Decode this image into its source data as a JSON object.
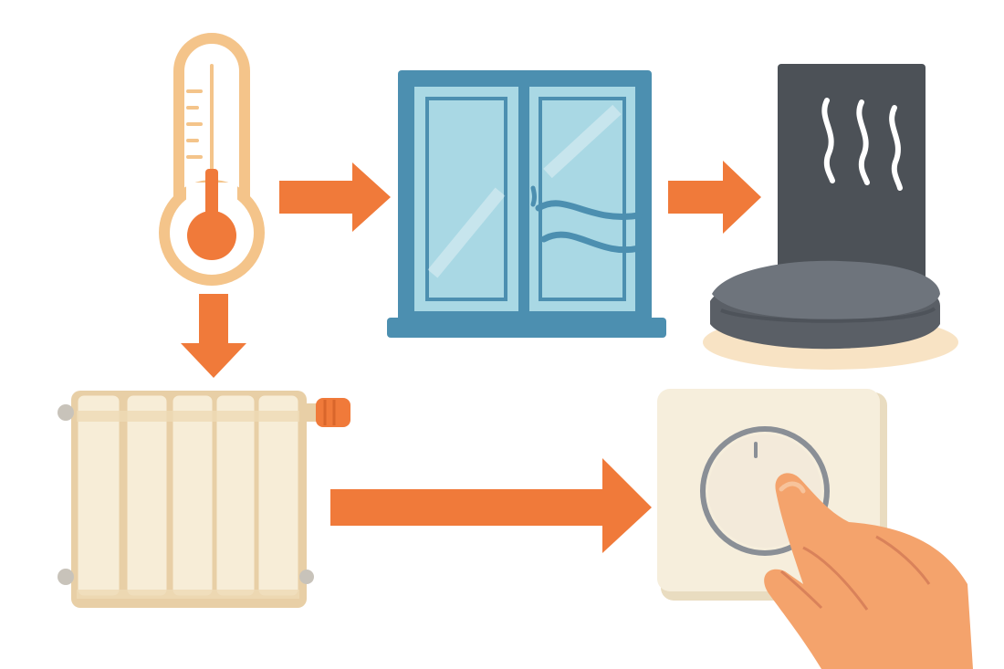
{
  "colors": {
    "arrow": "#F07A3A",
    "thermo_frame": "#F4C48A",
    "thermo_fill": "#F07A3A",
    "window_frame": "#4C8FB0",
    "window_glass": "#A9D8E4",
    "draft_line": "#4C8FB0",
    "panel_dark": "#4C5157",
    "steam": "#FFFFFF",
    "blanket": "#6E747C",
    "blanket_shade": "#5A5F66",
    "shadow": "#F8E3C4",
    "radiator": "#F7EDD7",
    "radiator_edge": "#E8CFA6",
    "radiator_valve": "#F07A3A",
    "dial_plate": "#F6EEDC",
    "dial_ring": "#8A8F96",
    "hand": "#F4A36C",
    "hand_line": "#D9825A"
  },
  "icons": {
    "thermometer": "thermometer-icon",
    "window": "drafty-window-icon",
    "heat_panel": "heat-reflector-panel-icon",
    "blanket": "folded-blanket-icon",
    "radiator": "radiator-icon",
    "thermostat": "thermostat-dial-icon",
    "hand": "hand-turning-dial-icon"
  },
  "flow": [
    {
      "from": "thermometer",
      "to": "window",
      "direction": "right"
    },
    {
      "from": "window",
      "to": "heat_panel",
      "direction": "right"
    },
    {
      "from": "thermometer",
      "to": "radiator",
      "direction": "down"
    },
    {
      "from": "radiator",
      "to": "thermostat",
      "direction": "right"
    }
  ]
}
